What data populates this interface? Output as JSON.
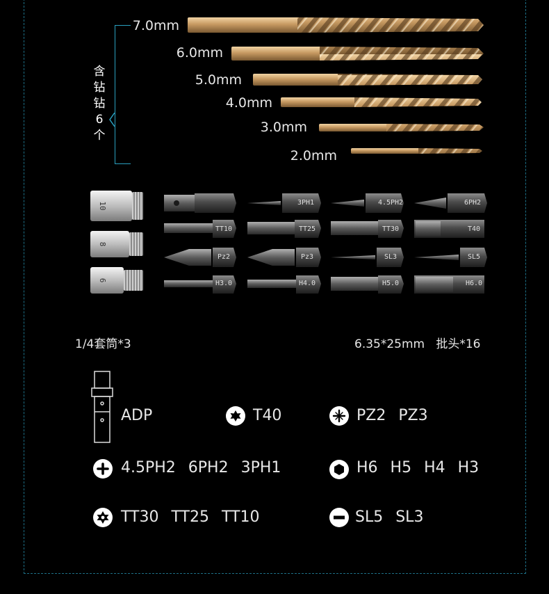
{
  "drills": {
    "group_label": [
      "含",
      "钻",
      "钻",
      "6",
      "个"
    ],
    "sizes": [
      "7.0mm",
      "6.0mm",
      "5.0mm",
      "4.0mm",
      "3.0mm",
      "2.0mm"
    ]
  },
  "sockets": {
    "markings": [
      "10",
      "8",
      "6"
    ],
    "caption": "1/4套筒*3"
  },
  "bits": {
    "caption": "6.35*25mm   批头*16",
    "rows": [
      [
        "",
        "3PH1",
        "4.5PH2",
        "6PH2"
      ],
      [
        "TT10",
        "TT25",
        "TT30",
        "T40"
      ],
      [
        "Pz2",
        "Pz3",
        "SL3",
        "SL5"
      ],
      [
        "H3.0",
        "H4.0",
        "H5.0",
        "H6.0"
      ]
    ]
  },
  "legend": {
    "adp": "ADP",
    "t40": "T40",
    "pz": [
      "PZ2",
      "PZ3"
    ],
    "ph": [
      "4.5PH2",
      "6PH2",
      "3PH1"
    ],
    "hex": [
      "H6",
      "H5",
      "H4",
      "H3"
    ],
    "tt": [
      "TT30",
      "TT25",
      "TT10"
    ],
    "sl": [
      "SL5",
      "SL3"
    ]
  },
  "colors": {
    "gold": "#c9a26b",
    "frame": "#1d6f86",
    "metal": "#3a3a3a"
  }
}
